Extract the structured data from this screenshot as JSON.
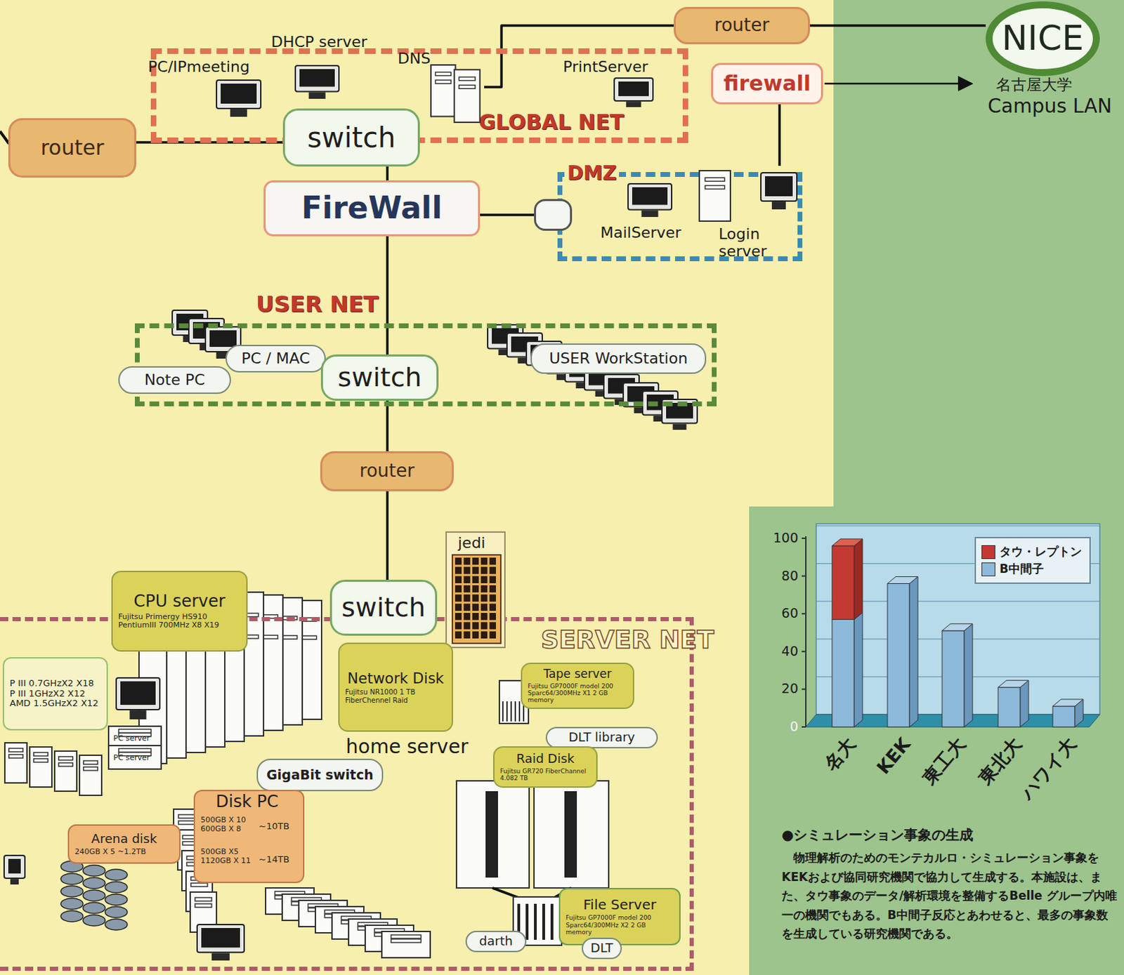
{
  "diagram": {
    "nodes": [
      {
        "text": [
          "NICE"
        ]
      },
      {
        "text": [
          "router"
        ]
      },
      {
        "text": [
          "firewall"
        ]
      },
      {
        "text": [
          "GLOBAL NET"
        ]
      },
      {
        "text": [
          "PC/IPmeeting"
        ],
        "in": 3
      },
      {
        "text": [
          "DHCP server"
        ],
        "in": 3
      },
      {
        "text": [
          "DNS"
        ],
        "in": 3
      },
      {
        "text": [
          "PrintServer"
        ],
        "in": 3
      },
      {
        "text": [
          "switch"
        ],
        "in": 3
      },
      {
        "text": [
          "router"
        ]
      },
      {
        "text": [
          "FireWall"
        ]
      },
      {
        "text": [
          "DMZ"
        ]
      },
      {
        "text": [
          "MailServer"
        ],
        "in": 11
      },
      {
        "text": [
          "Login server"
        ],
        "in": 11
      },
      {
        "text": [
          "USER NET"
        ]
      },
      {
        "text": [
          "Note PC"
        ],
        "in": 14
      },
      {
        "text": [
          "PC / MAC"
        ],
        "in": 14
      },
      {
        "text": [
          "switch"
        ],
        "in": 14
      },
      {
        "text": [
          "USER WorkStation"
        ],
        "in": 14
      },
      {
        "text": [
          "router"
        ]
      },
      {
        "text": [
          "SERVER NET"
        ]
      },
      {
        "text": [
          "switch"
        ],
        "in": 20
      },
      {
        "text": [
          "jedi"
        ],
        "in": 20
      },
      {
        "text": [
          "CPU server",
          "Fujitsu Primergy HS910 PentiumIII 700MHz X8 X19"
        ],
        "in": 20
      },
      {
        "text": [
          "P III 0.7GHzX2 X18 P III 1GHzX2 X12 AMD 1.5GHzX2 X12"
        ],
        "in": 20
      },
      {
        "text": [
          "Network Disk",
          "Fujitsu NR1000 1 TB FiberChennel Raid"
        ],
        "in": 20
      },
      {
        "text": [
          "Tape server",
          "Fujitsu GP7000F model 200 Sparc64/300MHz X1 2 GB memory"
        ],
        "in": 20
      },
      {
        "text": [
          "DLT library"
        ],
        "in": 20
      },
      {
        "text": [
          "GigaBit switch"
        ],
        "in": 20
      },
      {
        "text": [
          "Raid Disk",
          "Fujitsu GR720 FiberChannel 4.082 TB"
        ],
        "in": 20
      },
      {
        "text": [
          "Disk PC",
          "500GB X 10 600GB X 8",
          "~10TB",
          "500GB X5 1120GB X 11",
          "~14TB"
        ],
        "in": 20
      },
      {
        "text": [
          "Arena disk",
          "240GB X 5 ~1.2TB"
        ],
        "in": 20
      },
      {
        "text": [
          "File Server",
          "Fujitsu GP7000F model 200 Sparc64/300MHz X2 2 GB memory"
        ],
        "in": 20
      },
      {
        "text": [
          "darth"
        ],
        "in": 20
      },
      {
        "text": [
          "DLT"
        ],
        "in": 20
      }
    ],
    "edges": [
      {
        "from": 0,
        "to": 1,
        "arrow": "none"
      },
      {
        "from": 1,
        "to": 6,
        "arrow": "none"
      },
      {
        "from": 2,
        "to": 13,
        "arrow": "none"
      },
      {
        "from": 9,
        "to": 8,
        "arrow": "none"
      },
      {
        "from": 8,
        "to": 10,
        "arrow": "none"
      },
      {
        "from": 10,
        "to": 11,
        "arrow": "none"
      },
      {
        "from": 10,
        "to": 17,
        "arrow": "none"
      },
      {
        "from": 17,
        "to": 19,
        "arrow": "none"
      },
      {
        "from": 19,
        "to": 21,
        "arrow": "none"
      }
    ],
    "labels": [
      "名古屋大学",
      "Campus LAN",
      "PC server",
      "PC server",
      "home server",
      "100",
      "80",
      "60",
      "40",
      "20",
      "0",
      "名大",
      "KEK",
      "東工大",
      "東北大",
      "ハワイ大",
      "●シミュレーション事象の生成",
      "物理解析のためのモンテカルロ・シミュレーション事象をKEKおよび協同研究機関で協力して生成する。本施設は、また、タウ事象のデータ/解析環境を整備するBelle グループ内唯一の機関でもある。B中間子反応とあわせると、最多の事象数を生成している研究機関である。"
    ],
    "legend": [
      {
        "text": "タウ・レプトン",
        "color": "#c43a32"
      },
      {
        "text": "B中間子",
        "color": "#8db9da"
      }
    ]
  }
}
